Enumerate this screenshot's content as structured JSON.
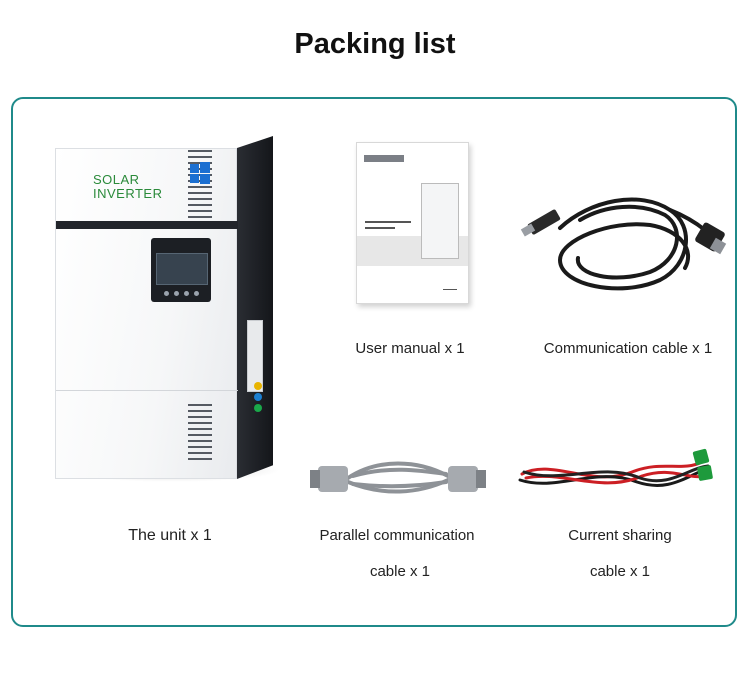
{
  "heading": "Packing list",
  "colors": {
    "frame_border": "#1f8a8a",
    "logo_green": "#2a8a3a",
    "logo_blue": "#1b6fd1"
  },
  "product": {
    "logo_line1": "SOLAR",
    "logo_line2": "INVERTER",
    "logo_icon": "windows-logo-icon"
  },
  "items": {
    "unit": {
      "label": "The unit x 1"
    },
    "manual": {
      "label": "User manual x 1"
    },
    "comm_cable": {
      "label": "Communication cable x 1"
    },
    "parallel_cable": {
      "label_line1": "Parallel communication",
      "label_line2": "cable x 1"
    },
    "current_sharing": {
      "label_line1": "Current sharing",
      "label_line2": "cable x 1"
    }
  }
}
